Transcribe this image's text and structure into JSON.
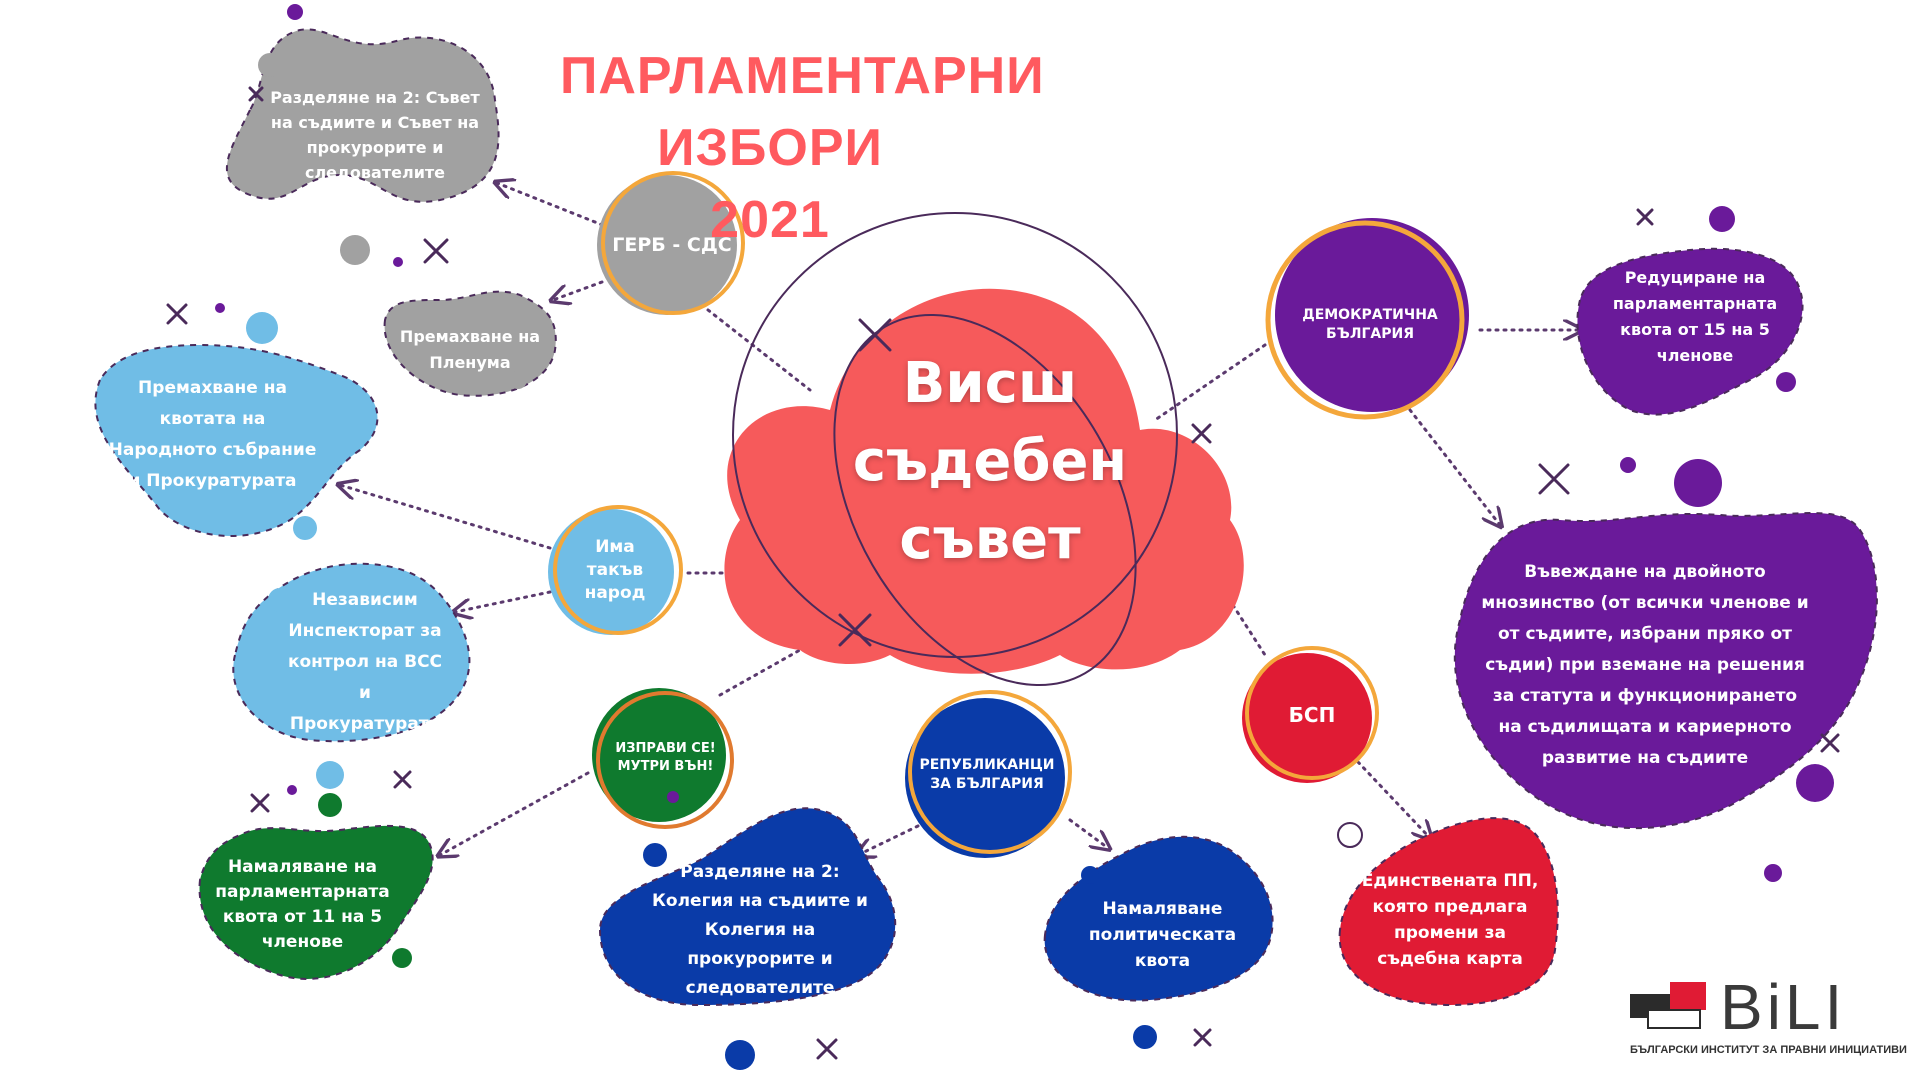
{
  "title": {
    "line1": "ПАРЛАМЕНТАРНИ ИЗБОРИ",
    "line2": "2021"
  },
  "center": {
    "label": "Висш съдебен съвет",
    "color": "#f65a5b"
  },
  "parties": {
    "gerb": {
      "label": "ГЕРБ - СДС",
      "color": "#a1a1a1"
    },
    "itn": {
      "label": "Има такъв народ",
      "color": "#70bde6"
    },
    "izpravi": {
      "label": "ИЗПРАВИ СЕ! МУТРИ ВЪН!",
      "color": "#0f7a2e"
    },
    "republikanci": {
      "label": "РЕПУБЛИКАНЦИ ЗА БЪЛГАРИЯ",
      "color": "#0a3ba8"
    },
    "bsp": {
      "label": "БСП",
      "color": "#e01b34"
    },
    "db": {
      "label": "ДЕМОКРАТИЧНА БЪЛГАРИЯ",
      "color": "#6a1a9a"
    }
  },
  "proposals": {
    "gerb_1": "Разделяне на 2: Съвет на съдиите и Съвет на прокурорите и следователите",
    "gerb_2": "Премахване на Пленума",
    "itn_1": "Премахване на квотата на Народното събрание и Прокуратурата",
    "itn_2": "Независим Инспекторат за контрол на ВСС и Прокуратурата",
    "izpravi_1": "Намаляване на парламентарната квота от 11 на 5 членове",
    "republikanci_1": "Разделяне на 2: Колегия на съдиите и Колегия на прокурорите и следователите",
    "republikanci_2": "Намаляване политическата квота",
    "bsp_1": "Единствената ПП, която предлага промени за съдебна карта",
    "db_1": "Редуциране на парламентарната квота от 15 на 5 членове",
    "db_2": "Въвеждане на двойното мнозинство (от всички членове и от съдиите, избрани пряко от съдии) при вземане на решения за статута и функционирането на съдилищата и кариерното развитие на съдиите"
  },
  "logo": {
    "word": "BiLI",
    "subtitle": "БЪЛГАРСКИ ИНСТИТУТ ЗА ПРАВНИ ИНИЦИАТИВИ"
  },
  "colors": {
    "title": "#ff5a5f",
    "accent_ring": "#f4a73b",
    "connector": "#5b3a6e"
  }
}
